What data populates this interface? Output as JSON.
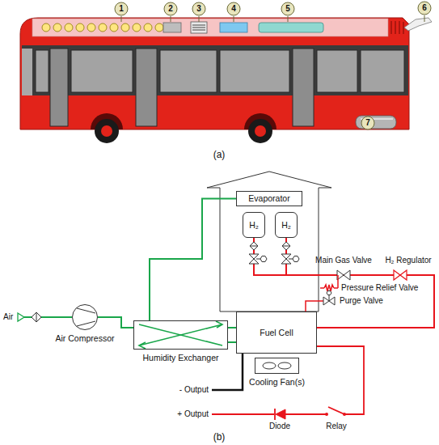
{
  "diagram": {
    "nodes": [
      {
        "text": [
          "Evaporator"
        ]
      },
      {
        "text": [
          "H₂"
        ]
      },
      {
        "text": [
          "H₂"
        ]
      },
      {
        "text": [
          "Fuel Cell"
        ]
      },
      {
        "text": [
          "Humidity Exchanger"
        ]
      },
      {
        "text": [
          "Air Compressor"
        ]
      },
      {
        "text": [
          "Cooling Fan(s)"
        ]
      }
    ],
    "edges": [
      {
        "from": 5,
        "to": 4,
        "arrow": "none"
      },
      {
        "from": 4,
        "to": 3,
        "arrow": "none"
      },
      {
        "from": 3,
        "to": 4,
        "arrow": "none"
      },
      {
        "from": 4,
        "to": 0,
        "arrow": "none"
      },
      {
        "from": 1,
        "to": 3,
        "arrow": "none"
      },
      {
        "from": 2,
        "to": 3,
        "arrow": "none"
      }
    ],
    "labels": [
      "(a)",
      "1",
      "2",
      "3",
      "4",
      "5",
      "6",
      "7",
      "(b)",
      "Air",
      "Main Gas Valve",
      "H₂ Regulator",
      "Pressure Relief Valve",
      "Purge Valve",
      "- Output",
      "+ Output",
      "Diode",
      "Relay"
    ]
  }
}
